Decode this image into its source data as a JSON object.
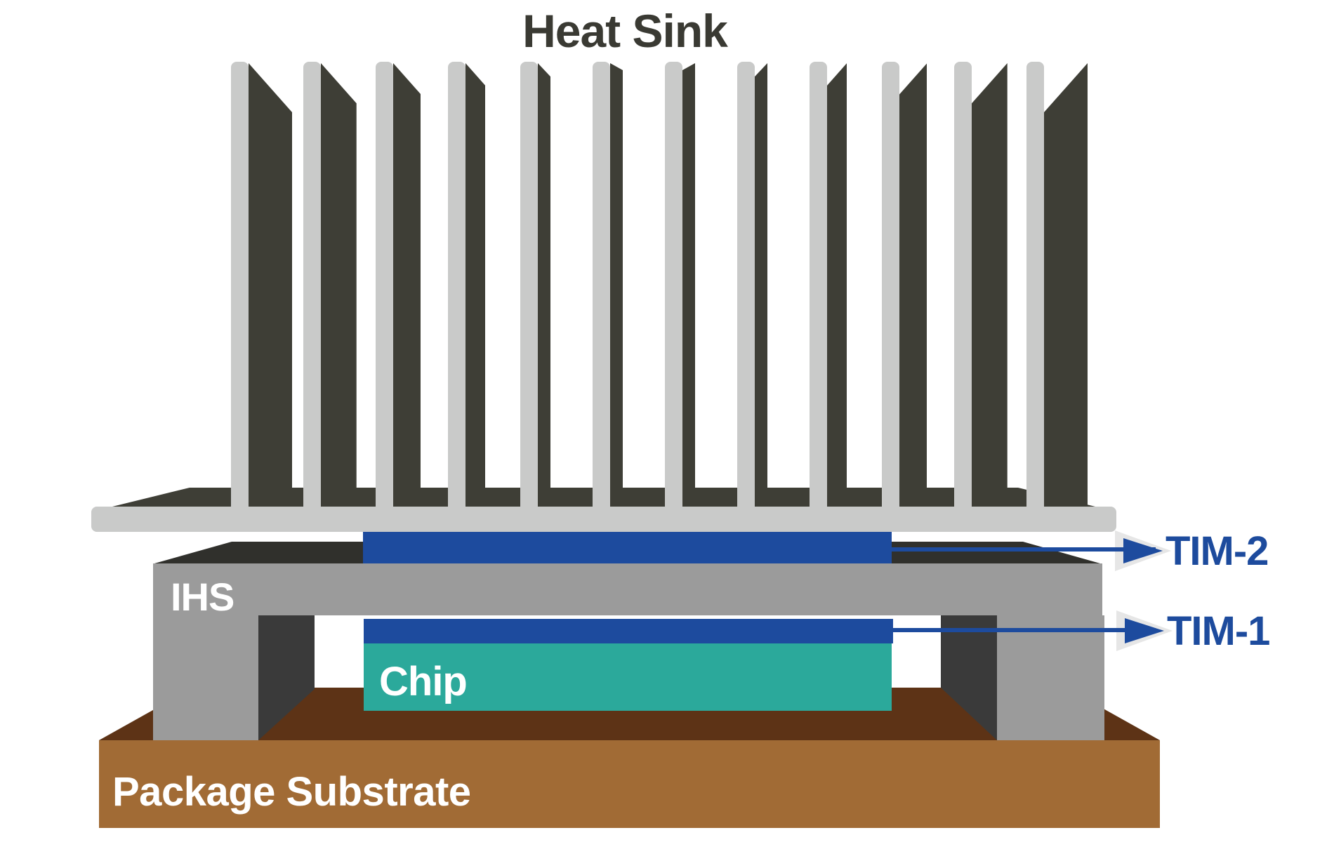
{
  "title": "Heat Sink",
  "labels": {
    "ihs": "IHS",
    "chip": "Chip",
    "package_substrate": "Package Substrate",
    "tim_1": "TIM-1",
    "tim_2": "TIM-2"
  },
  "heatsink": {
    "fin_count": 12
  },
  "colors": {
    "heatsink_light": "#c9cac9",
    "heatsink_dark": "#3e3e36",
    "ihs_gray": "#9b9b9b",
    "ihs_top_dark": "#30302c",
    "leg_inner_dark": "#3a3a3a",
    "tim_blue": "#1d4b9e",
    "label_blue": "#1d4b9d",
    "chip_teal": "#2ba99b",
    "substrate_front": "#a16b35",
    "substrate_top": "#5d3316",
    "title_color": "#3a3a33",
    "arrow_chevron_gray": "#e6e6e6"
  }
}
